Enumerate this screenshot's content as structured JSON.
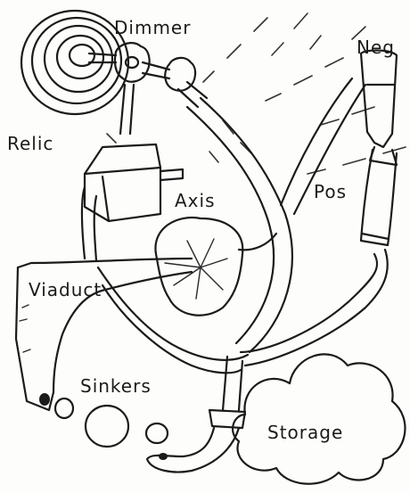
{
  "labels": {
    "dimmer": "Dimmer",
    "neg": "Neg",
    "relic": "Relic",
    "axis": "Axis",
    "pos": "Pos",
    "viaduct": "Viaduct",
    "sinkers": "Sinkers",
    "storage": "Storage"
  }
}
